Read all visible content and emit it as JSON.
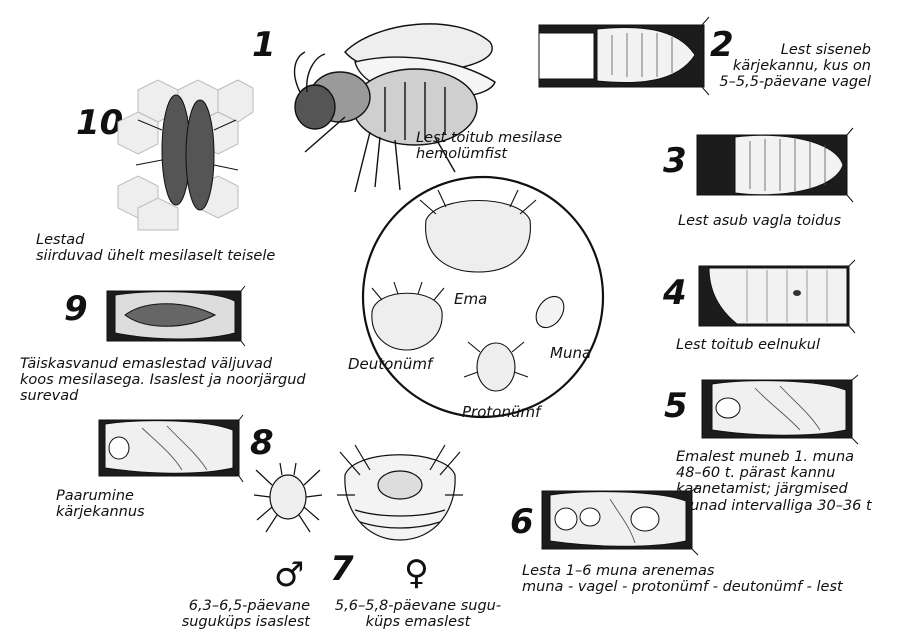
{
  "stages": [
    {
      "number": "1",
      "caption": "Lest toitub mesilase\nhemolümfist"
    },
    {
      "number": "2",
      "caption": "Lest siseneb\nkärjekannu, kus on\n5–5,5-päevane vagel"
    },
    {
      "number": "3",
      "caption": "Lest asub vagla toidus"
    },
    {
      "number": "4",
      "caption": "Lest toitub eelnukul"
    },
    {
      "number": "5",
      "caption": "Emalest muneb 1. muna\n48–60 t. pärast kannu\nkaanetamist; järgmised\nmunad intervalliga 30–36 t"
    },
    {
      "number": "6",
      "caption": "Lesta 1–6 muna arenemas\nmuna - vagel - protonümf - deutonümf - lest"
    },
    {
      "number": "7",
      "caption_male": "6,3–6,5-päevane\nsuguküps isaslest",
      "caption_female": "5,6–5,8-päevane sugu-\nküps emaslest",
      "male_symbol": "♂",
      "female_symbol": "♀"
    },
    {
      "number": "8",
      "caption": "Paarumine\nkärjekannus"
    },
    {
      "number": "9",
      "caption": "Täiskasvanud emaslestad väljuvad\nkoos mesilasega. Isaslest ja noorjärgud\nsurevad"
    },
    {
      "number": "10",
      "caption": "Lestad\nsiirduvad ühelt mesilaselt teisele"
    }
  ],
  "center": {
    "labels": {
      "ema": "Ema",
      "muna": "Muna",
      "deutonymf": "Deutonümf",
      "protonymf": "Protonümf"
    }
  },
  "colors": {
    "ink": "#111111",
    "cell_dark": "#1c1c1c",
    "larva": "#f2f2f2",
    "comb": "#dddddd"
  }
}
